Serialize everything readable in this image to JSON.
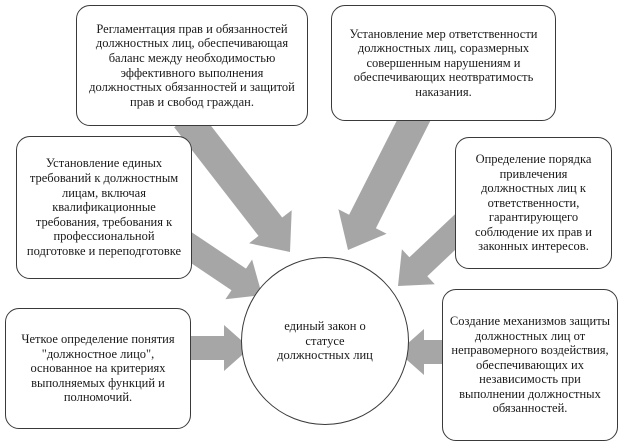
{
  "center": {
    "text": "единый закон о статусе должностных лиц"
  },
  "boxes": {
    "top_left": {
      "text": "Регламентация прав и обязанностей должностных лиц, обеспечивающая баланс между необходимостью эффективного выполнения должностных обязанностей и защитой прав и свобод граждан."
    },
    "top_right": {
      "text": "Установление мер ответственности должностных лиц, соразмерных совершенным нарушениям и обеспечивающих неотвратимость наказания."
    },
    "mid_left": {
      "text": "Установление единых требований к должностным лицам, включая квалификационные требования, требования к профессиональной подготовке и переподготовке"
    },
    "mid_right": {
      "text": "Определение порядка привлечения должностных лиц к ответственности, гарантирующего соблюдение их прав и законных интересов."
    },
    "bottom_left": {
      "text": "Четкое определение понятия \"должностное лицо\", основанное на критериях выполняемых функций и полномочий."
    },
    "bottom_right": {
      "text": "Создание механизмов защиты должностных лиц от неправомерного воздействия, обеспечивающих их независимость при выполнении должностных обязанностей."
    }
  },
  "colors": {
    "arrow": "#a6a6a6",
    "border": "#3a3a3a",
    "text": "#1a1a1a"
  }
}
